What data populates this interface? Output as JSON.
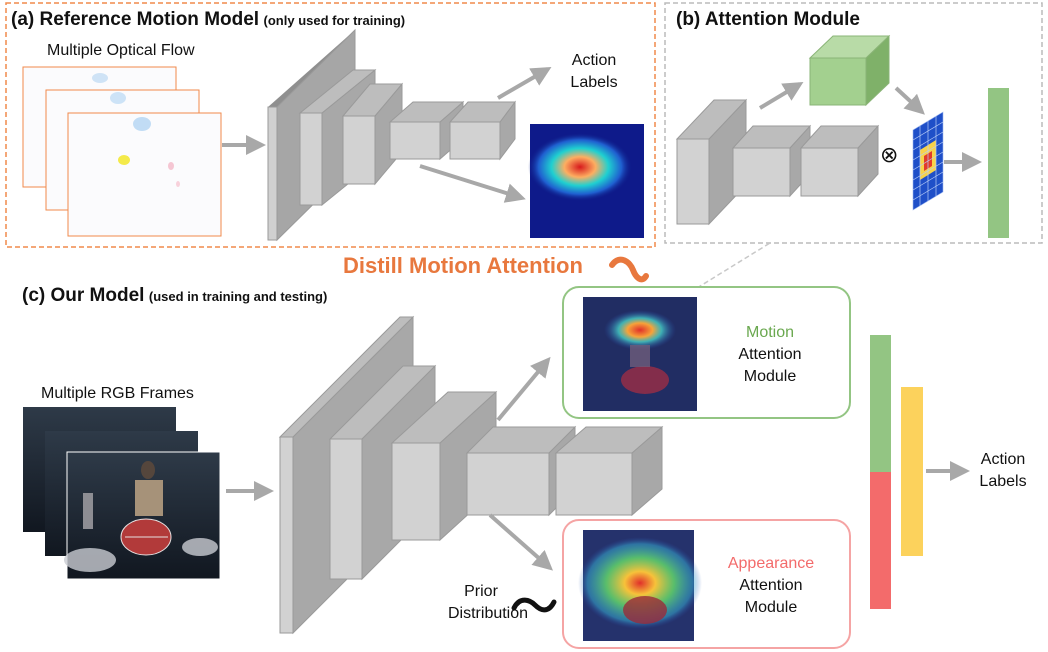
{
  "panel_a": {
    "title": "(a) Reference Motion Model",
    "subtitle": "(only used for training)",
    "input_label": "Multiple Optical Flow",
    "output_label_line1": "Action",
    "output_label_line2": "Labels"
  },
  "panel_b": {
    "title": "(b) Attention Module",
    "operator": "⊗"
  },
  "distill": {
    "label": "Distill Motion Attention",
    "tilde": "~"
  },
  "panel_c": {
    "title": "(c) Our Model",
    "subtitle": "(used in training and testing)",
    "input_label": "Multiple RGB Frames",
    "motion_word": "Motion",
    "appearance_word": "Appearance",
    "attention_word": "Attention",
    "module_word": "Module",
    "prior_line1": "Prior",
    "prior_line2": "Distribution",
    "prior_tilde": "~",
    "output_label_line1": "Action",
    "output_label_line2": "Labels"
  },
  "colors": {
    "orange": "#f08a4b",
    "orange_text": "#e8783e",
    "green": "#8ec07a",
    "green_text": "#6aa84f",
    "red": "#f36b6b",
    "red_text": "#f36b6b",
    "yellow": "#fcd25c",
    "gray": "#c8c8c8",
    "arrow": "#a8a8a8"
  }
}
